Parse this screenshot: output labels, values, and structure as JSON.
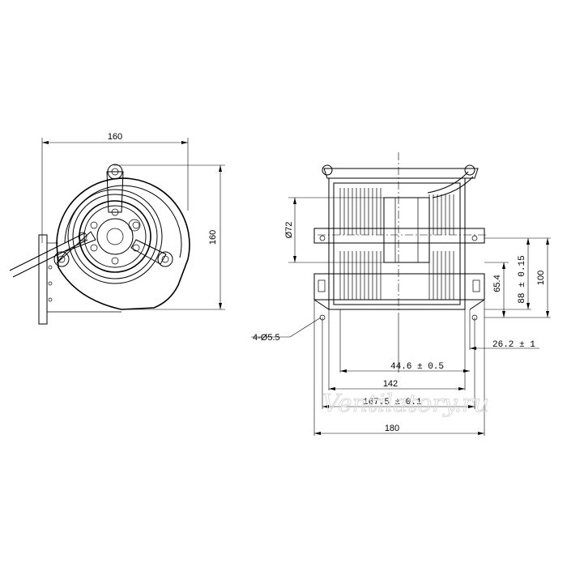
{
  "left_view": {
    "width_label": "160",
    "height_label": "160"
  },
  "right_view": {
    "diameter_label": "Ø72",
    "holes_label": "4-Ø5.5",
    "dims": {
      "d_65_4": "65.4",
      "d_88": "88  ± 0.15",
      "d_100": "100",
      "d_26_2": "26.2  ± 1",
      "d_44_6": "44.6  ± 0.5",
      "d_142": "142",
      "d_167_5": "167.5  ± 0.1",
      "d_180": "180"
    }
  },
  "watermark": "Ventilatory.ru"
}
